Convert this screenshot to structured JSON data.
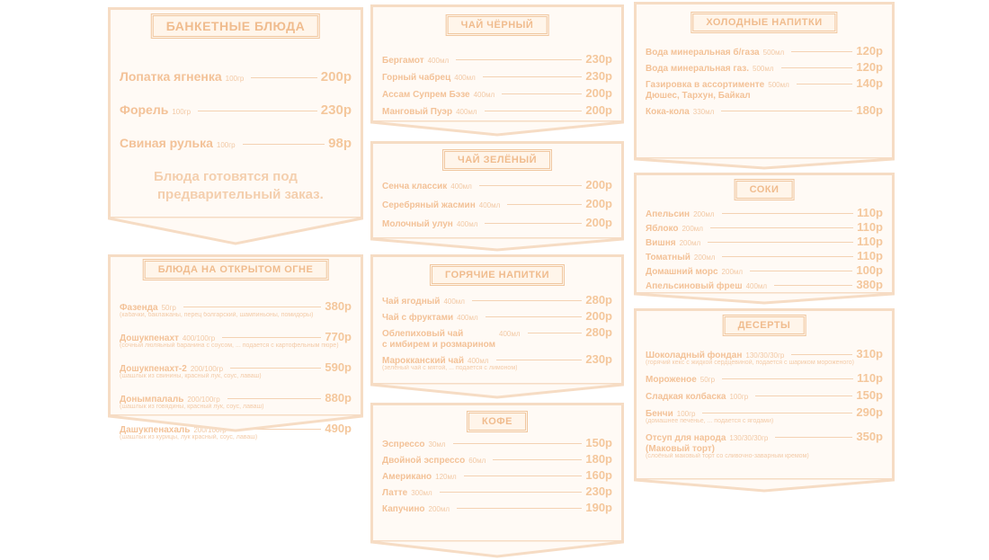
{
  "banquet": {
    "title": "БАНКЕТНЫЕ БЛЮДА",
    "items": [
      {
        "name": "Лопатка ягненка",
        "vol": "100гр",
        "price": "200р"
      },
      {
        "name": "Форель",
        "vol": "100гр",
        "price": "230р"
      },
      {
        "name": "Свиная рулька",
        "vol": "100гр",
        "price": "98р"
      }
    ],
    "note": [
      "Блюда готовятся под",
      "предварительный заказ."
    ]
  },
  "fire": {
    "title": "БЛЮДА НА ОТКРЫТОМ ОГНЕ",
    "items": [
      {
        "name": "Фазенда",
        "vol": "50гр",
        "price": "380р",
        "desc": "(кабачки, баклажаны, перец болгарский, шампиньоны, помидоры)"
      },
      {
        "name": "Дошукпенахт",
        "vol": "400/100гр",
        "price": "770р",
        "desc": "(сочный люляьный баранина с соусом, ... подается с картофельным пюре)"
      },
      {
        "name": "Дошукпенахт-2",
        "vol": "200/100гр",
        "price": "590р",
        "desc": "(шашлык из свинины, красный лук, соус, лаваш)"
      },
      {
        "name": "Донымпалаль",
        "vol": "200/100гр",
        "price": "880р",
        "desc": "(шашлык из говядины, красный лук, соус, лаваш)"
      },
      {
        "name": "Дашукпенахаль",
        "vol": "200/100гр",
        "price": "490р",
        "desc": "(шашлык из курицы, лук красный, соус, лаваш)"
      }
    ]
  },
  "black_tea": {
    "title": "ЧАЙ ЧЁРНЫЙ",
    "items": [
      {
        "name": "Бергамот",
        "vol": "400мл",
        "price": "230р"
      },
      {
        "name": "Горный чабрец",
        "vol": "400мл",
        "price": "230р"
      },
      {
        "name": "Ассам Супрем Бэзе",
        "vol": "400мл",
        "price": "200р"
      },
      {
        "name": "Манговый Пуэр",
        "vol": "400мл",
        "price": "200р"
      }
    ]
  },
  "green_tea": {
    "title": "ЧАЙ ЗЕЛЁНЫЙ",
    "items": [
      {
        "name": "Сенча классик",
        "vol": "400мл",
        "price": "200р"
      },
      {
        "name": "Серебряный жасмин",
        "vol": "400мл",
        "price": "200р"
      },
      {
        "name": "Молочный улун",
        "vol": "400мл",
        "price": "200р"
      }
    ]
  },
  "hot": {
    "title": "ГОРЯЧИЕ НАПИТКИ",
    "items": [
      {
        "name": "Чай ягодный",
        "vol": "400мл",
        "price": "280р"
      },
      {
        "name": "Чай с фруктами",
        "vol": "400мл",
        "price": "200р"
      },
      {
        "name": "Облепиховый чай\nс имбирем и розмарином",
        "vol": "400мл",
        "price": "280р"
      },
      {
        "name": "Марокканский чай",
        "vol": "400мл",
        "price": "230р",
        "desc": "(зелёный чай с мятой, ... подается с лимоном)"
      }
    ]
  },
  "coffee": {
    "title": "КОФЕ",
    "items": [
      {
        "name": "Эспрессо",
        "vol": "30мл",
        "price": "150р"
      },
      {
        "name": "Двойной эспрессо",
        "vol": "60мл",
        "price": "180р"
      },
      {
        "name": "Американо",
        "vol": "120мл",
        "price": "160р"
      },
      {
        "name": "Латте",
        "vol": "300мл",
        "price": "230р"
      },
      {
        "name": "Капучино",
        "vol": "200мл",
        "price": "190р"
      }
    ]
  },
  "cold": {
    "title": "ХОЛОДНЫЕ НАПИТКИ",
    "items": [
      {
        "name": "Вода минеральная б/газа",
        "vol": "500мл",
        "price": "120р"
      },
      {
        "name": "Вода минеральная газ.",
        "vol": "500мл",
        "price": "120р"
      },
      {
        "name": "Газировка в ассортименте\nДюшес, Тархун, Байкал",
        "vol": "500мл",
        "price": "140р"
      },
      {
        "name": "Кока-кола",
        "vol": "330мл",
        "price": "180р"
      }
    ]
  },
  "juice": {
    "title": "СОКИ",
    "items": [
      {
        "name": "Апельсин",
        "vol": "200мл",
        "price": "110р"
      },
      {
        "name": "Яблоко",
        "vol": "200мл",
        "price": "110р"
      },
      {
        "name": "Вишня",
        "vol": "200мл",
        "price": "110р"
      },
      {
        "name": "Томатный",
        "vol": "200мл",
        "price": "110р"
      },
      {
        "name": "Домашний морс",
        "vol": "200мл",
        "price": "100р"
      },
      {
        "name": "Апельсиновый фреш",
        "vol": "400мл",
        "price": "380р"
      }
    ]
  },
  "dessert": {
    "title": "ДЕСЕРТЫ",
    "items": [
      {
        "name": "Шоколадный фондан",
        "vol": "130/30/30гр",
        "price": "310р",
        "desc": "(горячий кекс с жидкой сердцевиной, подается с шариком мороженого)"
      },
      {
        "name": "Мороженое",
        "vol": "50гр",
        "price": "110р"
      },
      {
        "name": "Сладкая колбаска",
        "vol": "100гр",
        "price": "150р"
      },
      {
        "name": "Бенчи",
        "vol": "100гр",
        "price": "290р",
        "desc": "(домашнее печенье, ... подается с ягодами)"
      },
      {
        "name": "Отсуп для народа\n(Маковый торт)",
        "vol": "130/30/30гр",
        "price": "350р",
        "desc": "(слоёный маковый торт со сливочно-заварным кремом)"
      }
    ]
  },
  "colors": {
    "ink": "#f2c79f",
    "border": "#f6dcc4",
    "bg": "#ffffff"
  }
}
